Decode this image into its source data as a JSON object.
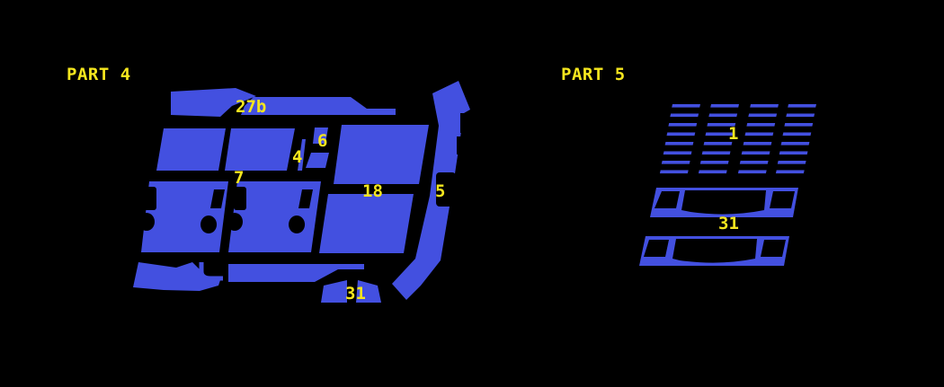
{
  "colors": {
    "background": "#000000",
    "part_fill": "#4350e0",
    "label": "#f5e61e"
  },
  "part4": {
    "title": "PART 4",
    "labels": {
      "l27b": "27b",
      "l6": "6",
      "l4": "4",
      "l7": "7",
      "l18": "18",
      "l5": "5",
      "l31": "31"
    }
  },
  "part5": {
    "title": "PART 5",
    "labels": {
      "l1": "1",
      "l31": "31"
    }
  }
}
